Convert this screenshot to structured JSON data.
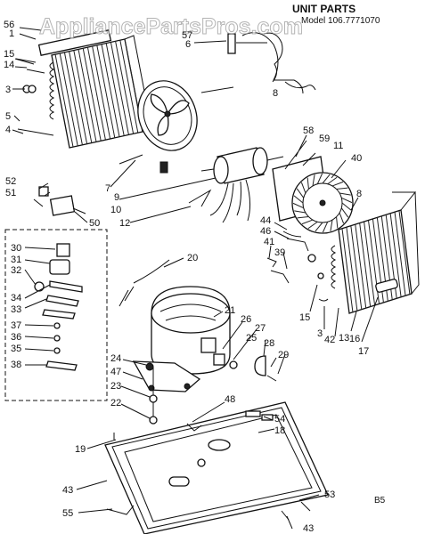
{
  "header": {
    "title": "UNIT PARTS",
    "model": "Model 106.7771070",
    "watermark": "AppliancePartsPros.com"
  },
  "footer": {
    "code": "B5"
  },
  "callouts": [
    {
      "id": "c56",
      "text": "56"
    },
    {
      "id": "c1",
      "text": "1"
    },
    {
      "id": "c15a",
      "text": "15"
    },
    {
      "id": "c14",
      "text": "14"
    },
    {
      "id": "c3a",
      "text": "3"
    },
    {
      "id": "c5",
      "text": "5"
    },
    {
      "id": "c4",
      "text": "4"
    },
    {
      "id": "c57",
      "text": "57"
    },
    {
      "id": "c6",
      "text": "6"
    },
    {
      "id": "c8a",
      "text": "8"
    },
    {
      "id": "c58",
      "text": "58"
    },
    {
      "id": "c59",
      "text": "59"
    },
    {
      "id": "c11",
      "text": "11"
    },
    {
      "id": "c40",
      "text": "40"
    },
    {
      "id": "c7",
      "text": "7"
    },
    {
      "id": "c9",
      "text": "9"
    },
    {
      "id": "c10",
      "text": "10"
    },
    {
      "id": "c12",
      "text": "12"
    },
    {
      "id": "c8b",
      "text": "8"
    },
    {
      "id": "c52",
      "text": "52"
    },
    {
      "id": "c51",
      "text": "51"
    },
    {
      "id": "c50",
      "text": "50"
    },
    {
      "id": "c44",
      "text": "44"
    },
    {
      "id": "c46",
      "text": "46"
    },
    {
      "id": "c41",
      "text": "41"
    },
    {
      "id": "c39",
      "text": "39"
    },
    {
      "id": "c20",
      "text": "20"
    },
    {
      "id": "c30",
      "text": "30"
    },
    {
      "id": "c31",
      "text": "31"
    },
    {
      "id": "c32",
      "text": "32"
    },
    {
      "id": "c34",
      "text": "34"
    },
    {
      "id": "c33",
      "text": "33"
    },
    {
      "id": "c37",
      "text": "37"
    },
    {
      "id": "c36",
      "text": "36"
    },
    {
      "id": "c35",
      "text": "35"
    },
    {
      "id": "c38",
      "text": "38"
    },
    {
      "id": "c15b",
      "text": "15"
    },
    {
      "id": "c3b",
      "text": "3"
    },
    {
      "id": "c42",
      "text": "42"
    },
    {
      "id": "c13",
      "text": "13"
    },
    {
      "id": "c16",
      "text": "16"
    },
    {
      "id": "c17",
      "text": "17"
    },
    {
      "id": "c21",
      "text": "21"
    },
    {
      "id": "c26",
      "text": "26"
    },
    {
      "id": "c27",
      "text": "27"
    },
    {
      "id": "c25",
      "text": "25"
    },
    {
      "id": "c28",
      "text": "28"
    },
    {
      "id": "c29",
      "text": "29"
    },
    {
      "id": "c24",
      "text": "24"
    },
    {
      "id": "c47",
      "text": "47"
    },
    {
      "id": "c23",
      "text": "23"
    },
    {
      "id": "c22",
      "text": "22"
    },
    {
      "id": "c48",
      "text": "48"
    },
    {
      "id": "c54",
      "text": "54"
    },
    {
      "id": "c18",
      "text": "18"
    },
    {
      "id": "c19",
      "text": "19"
    },
    {
      "id": "c43a",
      "text": "43"
    },
    {
      "id": "c53",
      "text": "53"
    },
    {
      "id": "c55",
      "text": "55"
    },
    {
      "id": "c43b",
      "text": "43"
    }
  ]
}
